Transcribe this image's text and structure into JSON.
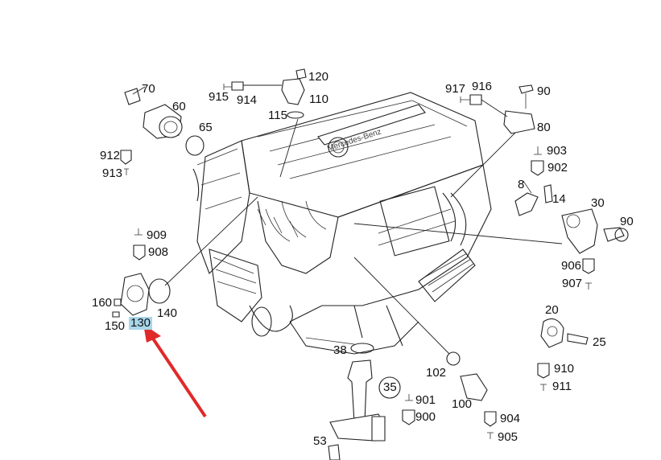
{
  "engine_badge": "Mercedes-Benz",
  "parts": {
    "p8": "8",
    "p14": "14",
    "p20": "20",
    "p25": "25",
    "p30": "30",
    "p35": "35",
    "p38": "38",
    "p53": "53",
    "p60": "60",
    "p65": "65",
    "p70": "70",
    "p80": "80",
    "p90_top": "90",
    "p90_right": "90",
    "p100": "100",
    "p102": "102",
    "p110": "110",
    "p115": "115",
    "p120": "120",
    "p130": "130",
    "p140": "140",
    "p150": "150",
    "p160": "160",
    "p900": "900",
    "p901": "901",
    "p902": "902",
    "p903": "903",
    "p904": "904",
    "p905": "905",
    "p906": "906",
    "p907": "907",
    "p908": "908",
    "p909": "909",
    "p910": "910",
    "p911": "911",
    "p912": "912",
    "p913": "913",
    "p914": "914",
    "p915": "915",
    "p916": "916",
    "p917": "917"
  },
  "highlight": {
    "part": "130",
    "color": "#a9d7ea",
    "arrow_color": "#e02a2a"
  }
}
